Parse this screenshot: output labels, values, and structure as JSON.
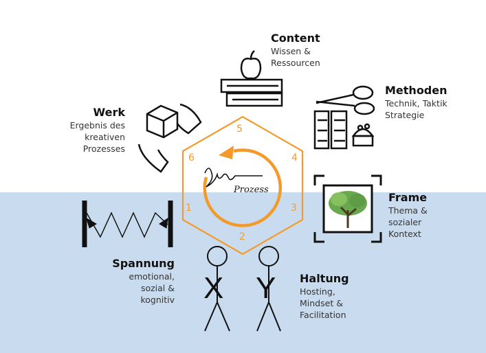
{
  "center_label": "Prozess",
  "hexagon_numbers": [
    "1",
    "2",
    "3",
    "4",
    "5",
    "6"
  ],
  "accent_color": "#f39a2b",
  "background_bottom_color": "#c9dcef",
  "elements": {
    "content": {
      "title": "Content",
      "line1": "Wissen &",
      "line2": "Ressourcen",
      "icon": "apple-on-books-icon"
    },
    "methoden": {
      "title": "Methoden",
      "line1": "Technik, Taktik",
      "line2": "Strategie",
      "icon": "scissors-thread-pincushion-icon"
    },
    "frame": {
      "title": "Frame",
      "line1": "Thema &",
      "line2": "sozialer",
      "line3": "Kontext",
      "icon": "framed-tree-icon"
    },
    "haltung": {
      "title": "Haltung",
      "line1": "Hosting,",
      "line2": "Mindset &",
      "line3": "Facilitation",
      "icon": "stick-figures-icon",
      "figure_letters": [
        "X",
        "Y"
      ]
    },
    "spannung": {
      "title": "Spannung",
      "line1": "emotional,",
      "line2": "sozial &",
      "line3": "kognitiv",
      "icon": "spring-tension-icon"
    },
    "werk": {
      "title": "Werk",
      "line1": "Ergebnis des",
      "line2": "kreativen",
      "line3": "Prozesses",
      "icon": "hands-passing-box-icon"
    }
  }
}
